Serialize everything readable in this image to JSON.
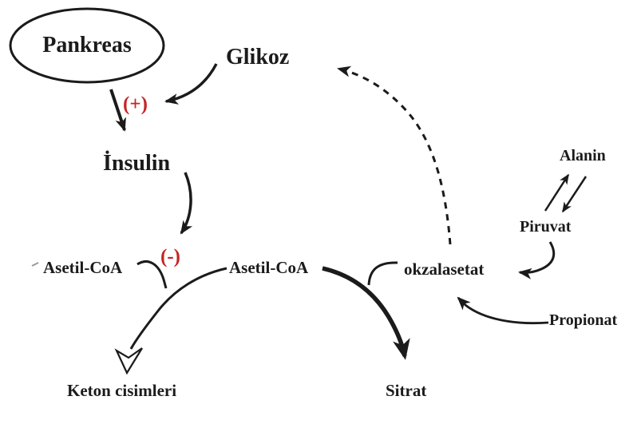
{
  "diagram": {
    "title": "Insulin / ketogenesis metabolic pathway diagram (Turkish)",
    "background_color": "#ffffff",
    "text_color": "#1b1b1b",
    "accent_red": "#c42525",
    "nodes": {
      "pankreas": "Pankreas",
      "glikoz": "Glikoz",
      "insulin": "İnsulin",
      "plus_sign": "(+)",
      "minus_sign": "(-)",
      "asetil_coa_left": "Asetil-CoA",
      "asetil_coa_center": "Asetil-CoA",
      "okzalasetat": "okzalasetat",
      "alanin": "Alanin",
      "piruvat": "Piruvat",
      "propionat": "Propionat",
      "keton_cisimleri": "Keton cisimleri",
      "sitrat": "Sitrat"
    },
    "edges": [
      {
        "from": "Glikoz",
        "to": "İnsulin",
        "style": "solid-curved",
        "label": "(+)"
      },
      {
        "from": "Pankreas",
        "to": "İnsulin",
        "style": "solid-straight"
      },
      {
        "from": "İnsulin",
        "to": "Asetil-CoA → Keton cisimleri step",
        "style": "solid-curved",
        "label": "(-)"
      },
      {
        "from": "Asetil-CoA",
        "to": "Keton cisimleri",
        "style": "solid-curved-open-arrowhead"
      },
      {
        "from": "Asetil-CoA + okzalasetat",
        "to": "Sitrat",
        "style": "thick-solid-curved"
      },
      {
        "from": "okzalasetat",
        "to": "Glikoz",
        "style": "dashed-curved"
      },
      {
        "from": "Piruvat",
        "to": "Alanin",
        "style": "double-arrow-reversible"
      },
      {
        "from": "Piruvat",
        "to": "okzalasetat",
        "style": "solid-curved"
      },
      {
        "from": "Propionat",
        "to": "okzalasetat",
        "style": "solid-curved"
      }
    ]
  }
}
